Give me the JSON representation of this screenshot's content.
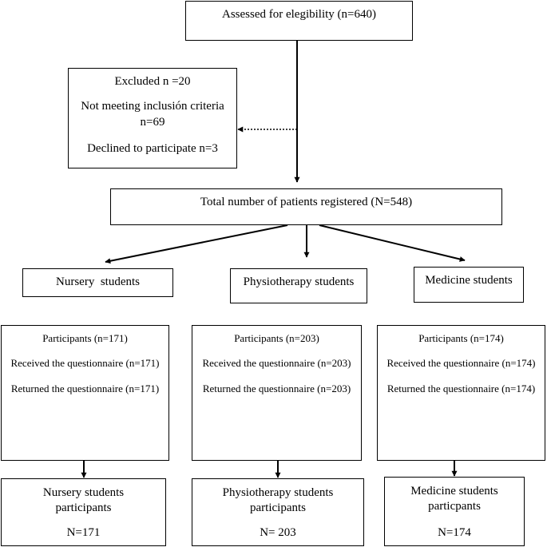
{
  "eligibility": {
    "text": "Assessed for elegibility (n=640)"
  },
  "excluded": {
    "title": "Excluded n =20",
    "criteria_line1": "Not meeting inclusión criteria",
    "criteria_line2": "n=69",
    "declined": "Declined to participate n=3"
  },
  "registered": {
    "text": "Total number of patients registered (N=548)"
  },
  "groups": [
    {
      "label": "Nursery  students",
      "participants": "Participants (n=171)",
      "received": "Received the questionnaire (n=171)",
      "returned": "Returned the questionnaire (n=171)",
      "final_line1": "Nursery students",
      "final_line2": "participants",
      "final_n": "N=171"
    },
    {
      "label": "Physiotherapy students",
      "participants": "Participants (n=203)",
      "received": "Received the questionnaire (n=203)",
      "returned": "Returned the questionnaire (n=203)",
      "final_line1": "Physiotherapy students",
      "final_line2": "participants",
      "final_n": "N= 203"
    },
    {
      "label": "Medicine students",
      "participants": "Participants (n=174)",
      "received": "Received the questionnaire (n=174)",
      "returned": "Returned the questionnaire (n=174)",
      "final_line1": "Medicine students",
      "final_line2": "particpants",
      "final_n": "N=174"
    }
  ]
}
